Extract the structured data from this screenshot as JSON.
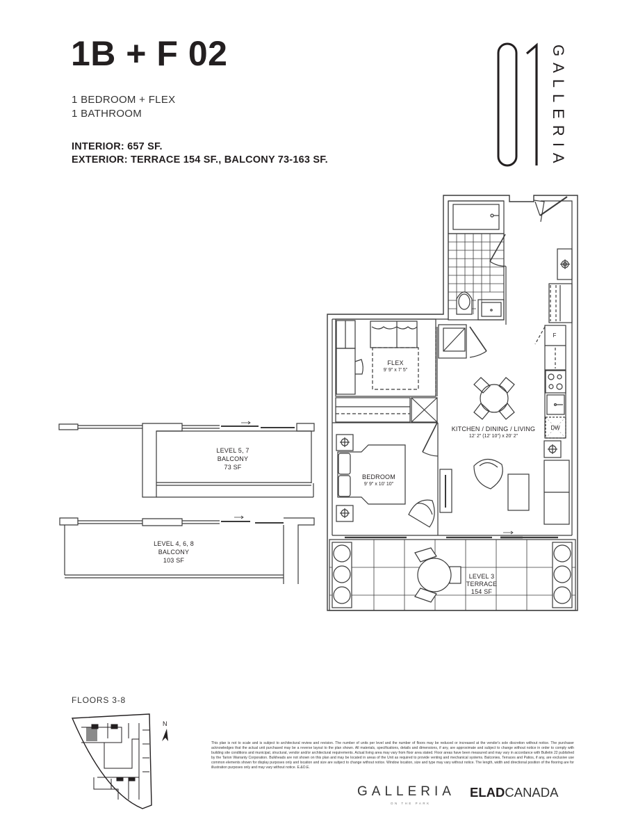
{
  "header": {
    "unit_title": "1B + F 02",
    "bedrooms_line": "1 BEDROOM + FLEX",
    "bathrooms_line": "1 BATHROOM",
    "interior_line": "INTERIOR: 657 SF.",
    "exterior_line": "EXTERIOR: TERRACE 154 SF., BALCONY 73-163 SF."
  },
  "brand_mark": {
    "number": "01",
    "vertical_text": "GALLERIA"
  },
  "floor_plan": {
    "rooms": {
      "flex": {
        "label": "FLEX",
        "dimensions": "9' 9\" x 7' 5\""
      },
      "kitchen": {
        "label": "KITCHEN / DINING / LIVING",
        "dimensions": "12' 2\" (12' 10\") x 20' 2\""
      },
      "bedroom": {
        "label": "BEDROOM",
        "dimensions": "9' 9\" x 10' 10\""
      },
      "terrace": {
        "line1": "LEVEL 3",
        "line2": "TERRACE",
        "line3": "154 SF"
      }
    },
    "appliance_labels": {
      "fridge": "F",
      "dishwasher": "DW"
    },
    "balconies": [
      {
        "line1": "LEVEL 5, 7",
        "line2": "BALCONY",
        "line3": "73 SF"
      },
      {
        "line1": "LEVEL 4, 6, 8",
        "line2": "BALCONY",
        "line3": "103 SF"
      }
    ]
  },
  "key_plan": {
    "label": "FLOORS 3-8",
    "north_label": "N"
  },
  "disclaimer": "This plan is not to scale and is subject to architectural review and revision. The number of units per level and the number of floors may be reduced or increased at the vendor's sole discretion without notice. The purchaser acknowledges that the actual unit purchased may be a reverse layout to the plan shown. All materials, specifications, details and dimensions, if any, are approximate and subject to change without notice in order to comply with building site conditions and municipal, structural, vendor and/or architectural requirements. Actual living area may vary from floor area stated. Floor areas have been measured and may vary in accordance with Bulletin 22 published by the Tarion Warranty Corporation. Bulkheads are not shown on this plan and may be located in areas of the Unit as required to provide venting and mechanical systems. Balconies, Terraces and Patios, if any, are exclusive use common elements shown for display purposes only and location and size are subject to change without notice. Window location, size and type may vary without notice. The length, width and directional position of the flooring are for illustration purposes only and may vary without notice. E.&O.E.",
  "footer": {
    "galleria_logo": "GALLERIA",
    "galleria_sub": "ON THE PARK",
    "elad_bold": "ELAD",
    "elad_light": "CANADA"
  },
  "colors": {
    "ink": "#231f20",
    "line": "#3a3a3a",
    "key_highlight": "#8a8a8a"
  }
}
